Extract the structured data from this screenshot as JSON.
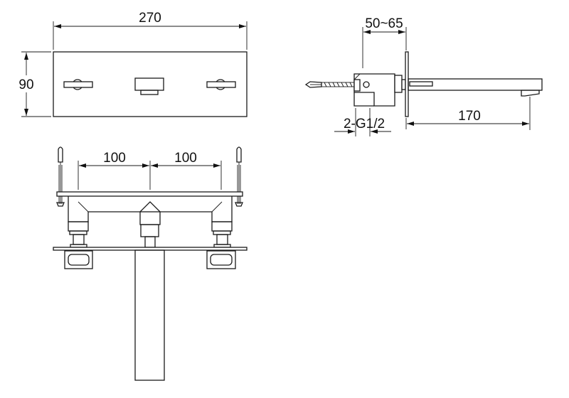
{
  "dimensions": {
    "width_overall": "270",
    "height_plate": "90",
    "projection": "50~65",
    "spout_length": "170",
    "inlet_thread": "2-G1/2",
    "spacing_left": "100",
    "spacing_right": "100"
  },
  "colors": {
    "line": "#1a1a1a",
    "background": "#ffffff"
  }
}
